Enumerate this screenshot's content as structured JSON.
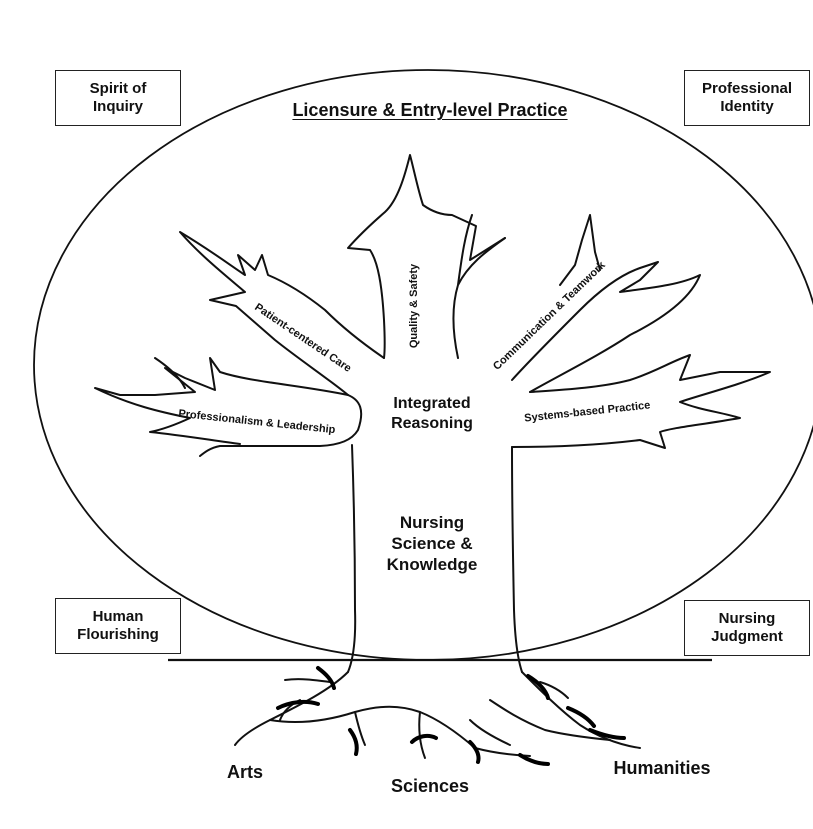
{
  "title": "Licensure & Entry-level Practice",
  "corner_boxes": {
    "top_left": "Spirit of\nInquiry",
    "top_right": "Professional\nIdentity",
    "bottom_left": "Human\nFlourishing",
    "bottom_right": "Nursing\nJudgment"
  },
  "branches": {
    "quality_safety": "Quality & Safety",
    "patient_centered": "Patient-centered Care",
    "communication": "Communication & Teamwork",
    "professionalism": "Professionalism & Leadership",
    "systems": "Systems-based Practice"
  },
  "center": {
    "integrated": "Integrated\nReasoning",
    "trunk": "Nursing\nScience &\nKnowledge"
  },
  "roots": {
    "arts": "Arts",
    "sciences": "Sciences",
    "humanities": "Humanities"
  }
}
